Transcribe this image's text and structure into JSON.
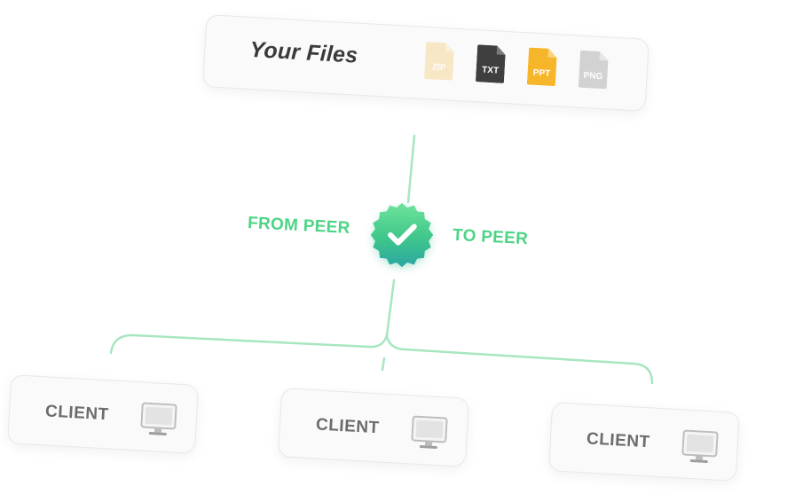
{
  "files_card": {
    "title": "Your Files",
    "files": [
      {
        "label": "ZIP",
        "icon": "zip-file-icon",
        "color": "#f7d89a"
      },
      {
        "label": "TXT",
        "icon": "txt-file-icon",
        "color": "#3f3f3f"
      },
      {
        "label": "PPT",
        "icon": "ppt-file-icon",
        "color": "#f7b62a"
      },
      {
        "label": "PNG",
        "icon": "png-file-icon",
        "color": "#c9c9c9"
      }
    ]
  },
  "transfer": {
    "from_label": "FROM PEER",
    "to_label": "TO PEER",
    "badge_icon": "checkmark-badge-icon",
    "accent_color": "#4ed486"
  },
  "clients": [
    {
      "label": "CLIENT",
      "icon": "monitor-icon"
    },
    {
      "label": "CLIENT",
      "icon": "monitor-icon"
    },
    {
      "label": "CLIENT",
      "icon": "monitor-icon"
    }
  ]
}
